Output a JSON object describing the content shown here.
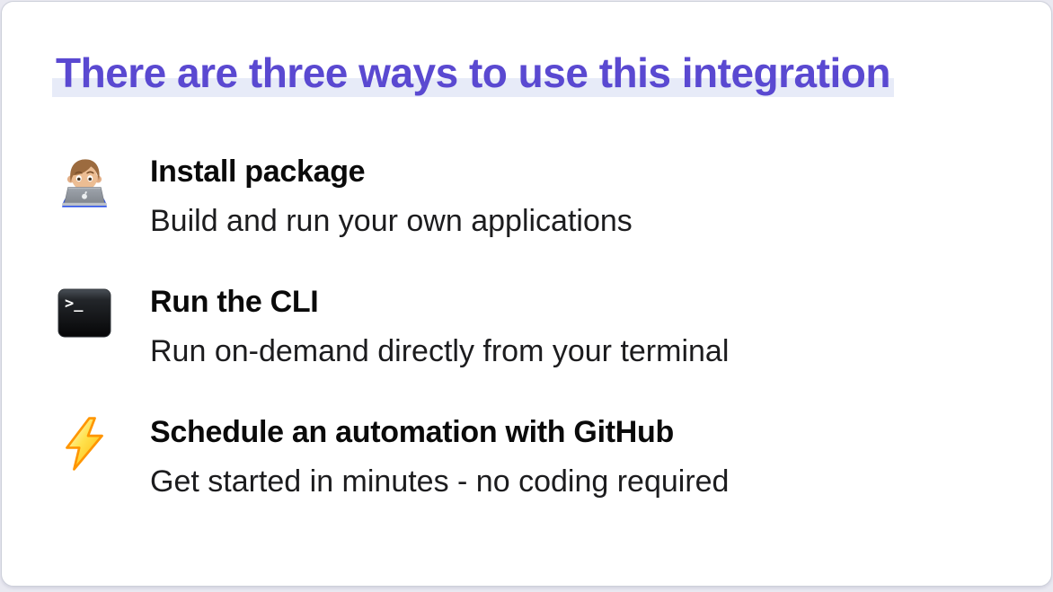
{
  "slide": {
    "heading": "There are three ways to use this integration",
    "items": [
      {
        "icon": "technologist-emoji",
        "title": "Install package",
        "description": "Build and run your own applications"
      },
      {
        "icon": "terminal-emoji",
        "prompt_text": ">_",
        "title": "Run the CLI",
        "description": "Run on-demand directly from your terminal"
      },
      {
        "icon": "lightning-bolt-emoji",
        "title": "Schedule an automation with GitHub",
        "description": "Get started in minutes - no coding required"
      }
    ],
    "colors": {
      "heading_text": "#5a49d1",
      "heading_highlight": "#e7ebf8",
      "item_title_text": "#0a0a0a",
      "item_description_text": "#1c1c1e",
      "card_background": "#ffffff",
      "card_border": "#cdd0da",
      "lightning_stroke": "#ff9500",
      "terminal_background": "#111111"
    }
  }
}
